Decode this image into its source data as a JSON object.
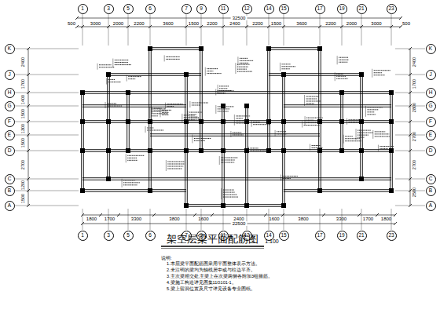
{
  "diagram": {
    "title": "架空层梁平面配筋图",
    "nodes": [
      {
        "text": [
          "1"
        ]
      },
      {
        "text": [
          "3"
        ]
      },
      {
        "text": [
          "5"
        ]
      },
      {
        "text": [
          "6"
        ]
      },
      {
        "text": [
          "7"
        ]
      },
      {
        "text": [
          "9"
        ]
      },
      {
        "text": [
          "11"
        ]
      },
      {
        "text": [
          "12"
        ]
      },
      {
        "text": [
          "14"
        ]
      },
      {
        "text": [
          "15"
        ]
      },
      {
        "text": [
          "17"
        ]
      },
      {
        "text": [
          "19"
        ]
      },
      {
        "text": [
          "21"
        ]
      },
      {
        "text": [
          "23"
        ]
      },
      {
        "text": [
          "K"
        ]
      },
      {
        "text": [
          "J"
        ]
      },
      {
        "text": [
          "H"
        ]
      },
      {
        "text": [
          "G"
        ]
      },
      {
        "text": [
          "F"
        ]
      },
      {
        "text": [
          "E"
        ]
      },
      {
        "text": [
          "D"
        ]
      },
      {
        "text": [
          "C"
        ]
      },
      {
        "text": [
          "B"
        ]
      },
      {
        "text": [
          "A"
        ]
      },
      {
        "text": [
          "K"
        ]
      },
      {
        "text": [
          "J"
        ]
      },
      {
        "text": [
          "H"
        ]
      },
      {
        "text": [
          "G"
        ]
      },
      {
        "text": [
          "F"
        ]
      },
      {
        "text": [
          "E"
        ]
      },
      {
        "text": [
          "D"
        ]
      },
      {
        "text": [
          "C"
        ]
      },
      {
        "text": [
          "B"
        ]
      },
      {
        "text": [
          "A"
        ]
      },
      {
        "text": [
          "1"
        ]
      },
      {
        "text": [
          "3"
        ]
      },
      {
        "text": [
          "5"
        ]
      },
      {
        "text": [
          "6"
        ]
      },
      {
        "text": [
          "7"
        ]
      },
      {
        "text": [
          "9"
        ]
      },
      {
        "text": [
          "11"
        ]
      },
      {
        "text": [
          "12"
        ]
      },
      {
        "text": [
          "14"
        ]
      },
      {
        "text": [
          "15"
        ]
      },
      {
        "text": [
          "17"
        ]
      },
      {
        "text": [
          "19"
        ]
      },
      {
        "text": [
          "21"
        ]
      },
      {
        "text": [
          "23"
        ]
      }
    ],
    "labels": [
      "3000",
      "2000",
      "2200",
      "3600",
      "1500",
      "2200",
      "2400",
      "2200",
      "1500",
      "3600",
      "2200",
      "2000",
      "3000",
      "500",
      "500",
      "32500",
      "1800",
      "1700",
      "3300",
      "3800",
      "1600",
      "2400",
      "1600",
      "3800",
      "3300",
      "1700",
      "1800",
      "22500",
      "2400",
      "1700",
      "1400",
      "1500",
      "1300",
      "1500",
      "2700",
      "1200",
      "1500",
      "2400",
      "1700",
      "2800",
      "2700",
      "2700",
      "2500",
      "1:100",
      "说明:",
      "1.本层梁平面配筋图采用平面整体表示方法。",
      "2.未注明的梁均为轴线居中或与柱边平齐。",
      "3.主次梁相交处,主梁上在次梁两侧各附加3组箍筋。",
      "4.梁施工构造详见图集11G101-1。",
      "5.梁上留洞位置及尺寸详见设备专业图纸。"
    ]
  }
}
